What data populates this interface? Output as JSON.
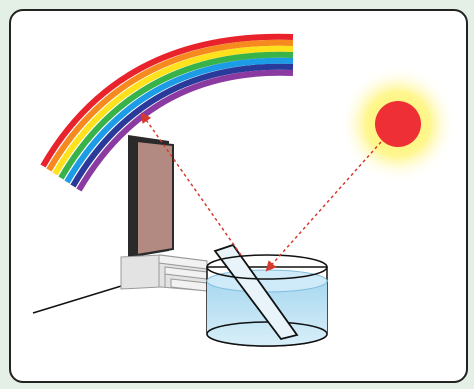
{
  "scene": {
    "title": "",
    "elements": [
      "rainbow",
      "sun",
      "mirror",
      "door",
      "steps",
      "water-container",
      "light-ray"
    ]
  },
  "colors": {
    "frame_outer": "#2e7d5b",
    "frame_inner": "#e4efe6",
    "panel_background": "#ffffff",
    "sun_core": "#ee2f36",
    "sun_glow": "#fff36a",
    "light_ray": "#d63a2c",
    "door_glass": "#b38a82",
    "door_frame": "#2a2a2a",
    "water": "#bfe3f5",
    "rainbow": [
      "#e8232b",
      "#f68a1f",
      "#ffe21c",
      "#38b34a",
      "#1c9be6",
      "#2a3a9a",
      "#8a3aa0"
    ]
  }
}
